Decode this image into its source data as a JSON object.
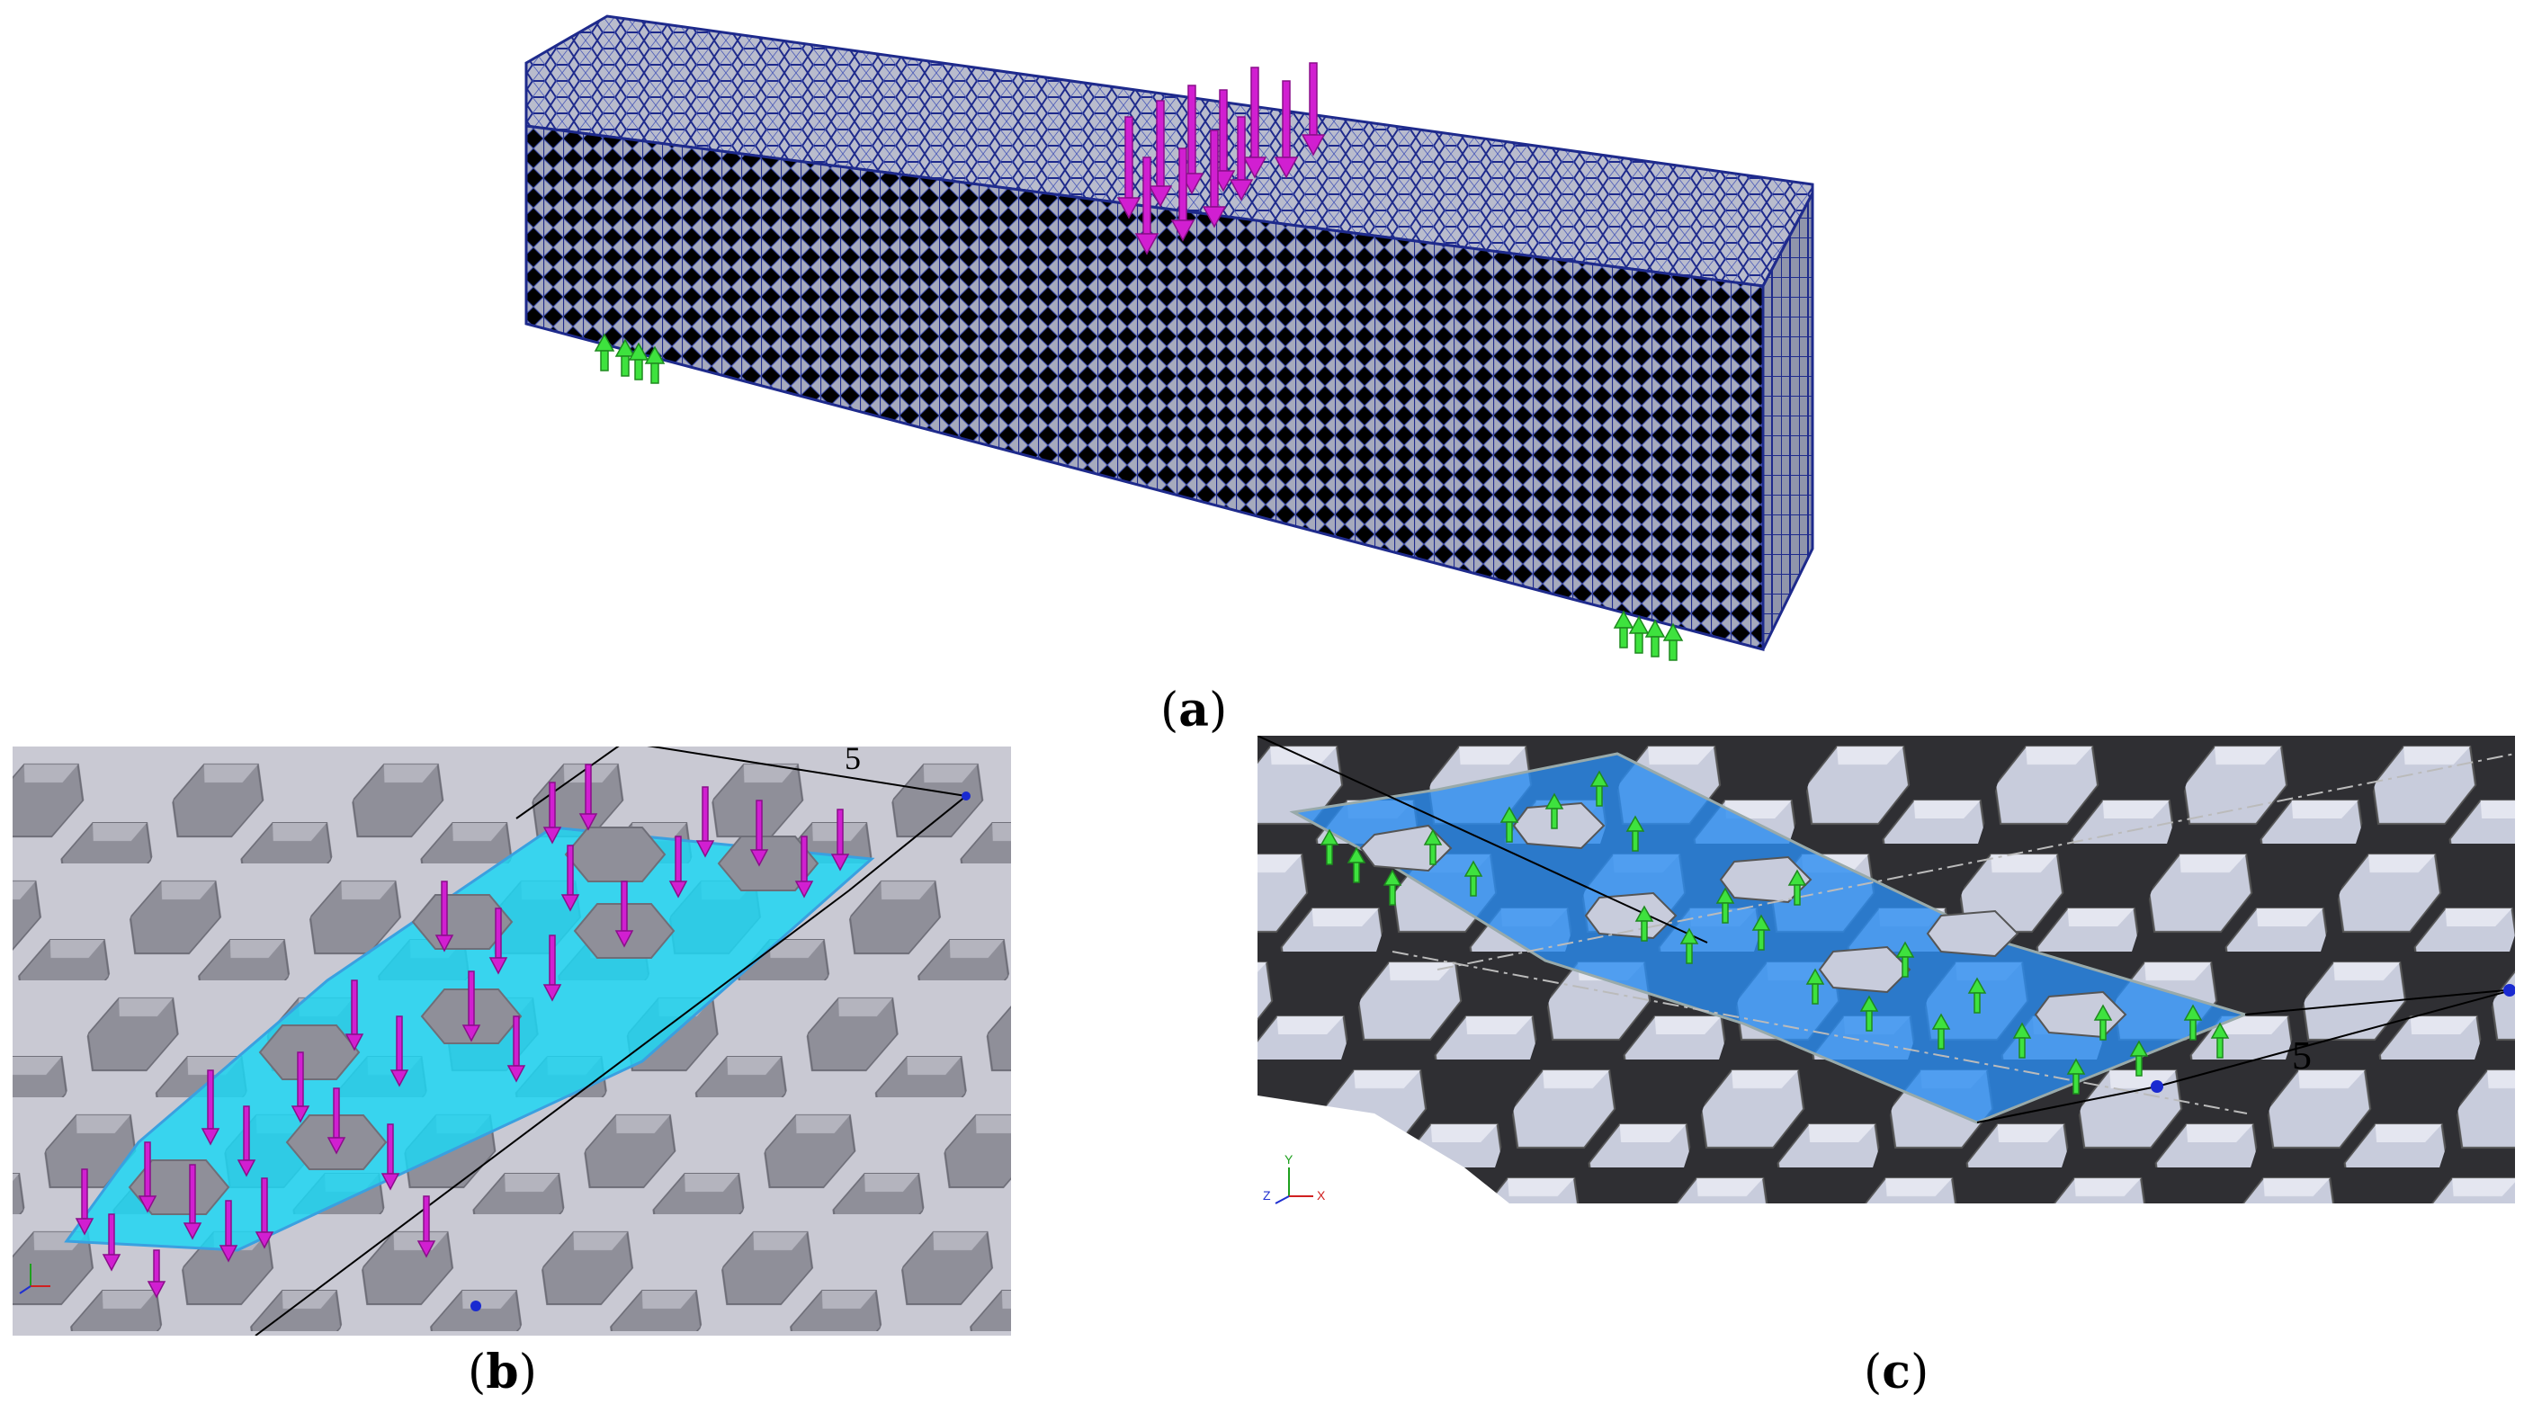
{
  "captions": {
    "a": {
      "open": "(",
      "letter": "a",
      "close": ")"
    },
    "b": {
      "open": "(",
      "letter": "b",
      "close": ")"
    },
    "c": {
      "open": "(",
      "letter": "c",
      "close": ")"
    }
  },
  "dimensions": {
    "b": "5",
    "c": "5"
  },
  "axis_labels": {
    "x": "X",
    "y": "Y",
    "z": "Z"
  },
  "colors": {
    "load_arrow": "#d11fd1",
    "support_arrow": "#3ee23e",
    "selected_face_b": "#1fd6f2",
    "selected_face_c": "#2a8cf0",
    "lattice_edge": "#1e2a8c",
    "lattice_face": "#9aa0b4",
    "hex_wall": "#c9c9d3",
    "hex_pocket": "#8f8f99"
  }
}
